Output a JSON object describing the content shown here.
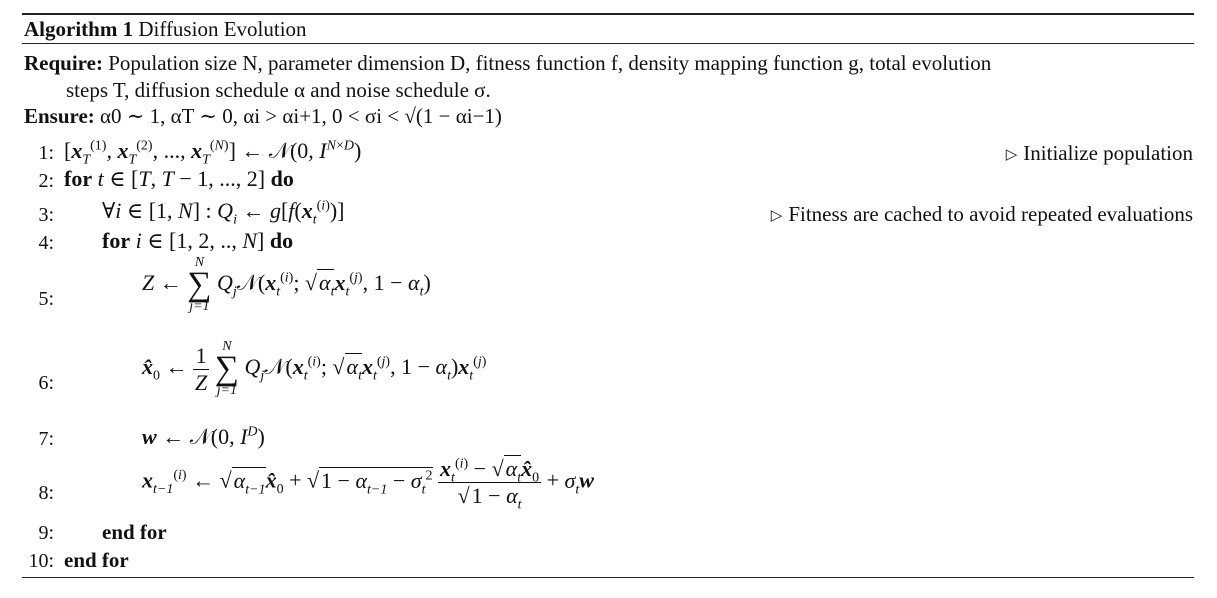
{
  "algorithm": {
    "label": "Algorithm 1",
    "title": "Diffusion Evolution"
  },
  "require": {
    "keyword": "Require:",
    "line1": "Population size N, parameter dimension D, fitness function f, density mapping function g, total evolution",
    "line2": "steps T, diffusion schedule α and noise schedule σ."
  },
  "ensure": {
    "keyword": "Ensure:",
    "text": "α0 ∼ 1, αT ∼ 0, αi > αi+1, 0 < σi < √(1 − αi−1)"
  },
  "lines": [
    {
      "num": "1:",
      "comment": "Initialize population"
    },
    {
      "num": "2:"
    },
    {
      "num": "3:",
      "comment": "Fitness are cached to avoid repeated evaluations"
    },
    {
      "num": "4:"
    },
    {
      "num": "5:"
    },
    {
      "num": "6:"
    },
    {
      "num": "7:"
    },
    {
      "num": "8:"
    },
    {
      "num": "9:",
      "keyword": "end for"
    },
    {
      "num": "10:",
      "keyword": "end for"
    }
  ],
  "keywords": {
    "for": "for",
    "do": "do"
  }
}
